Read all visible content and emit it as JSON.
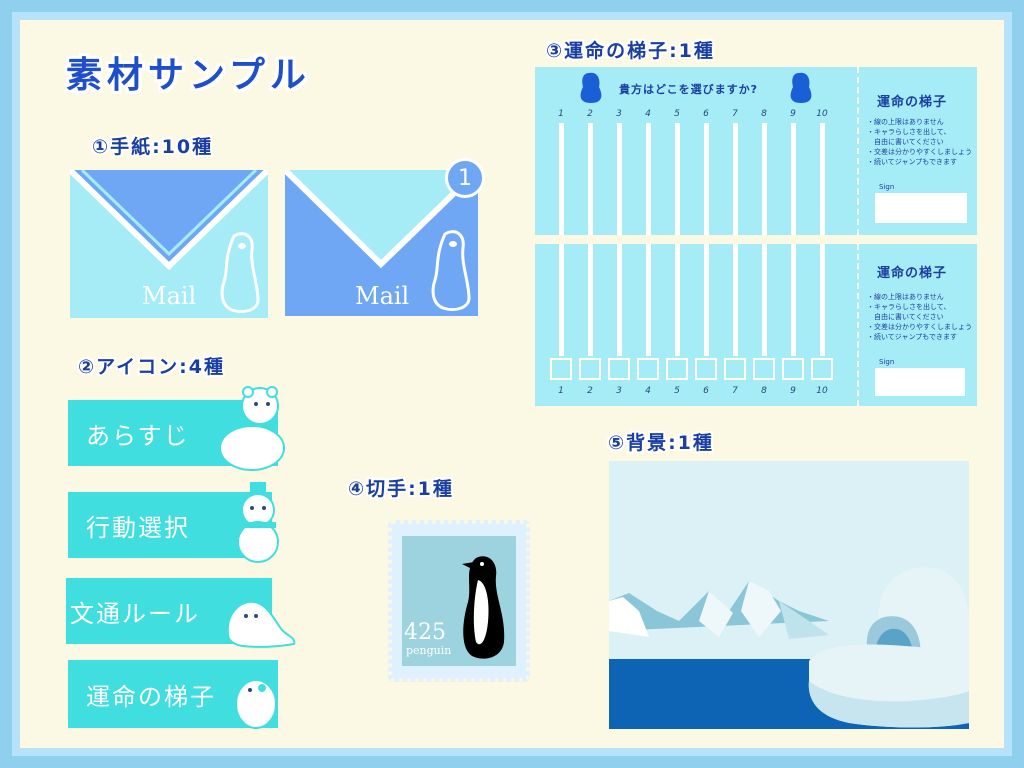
{
  "title": "素材サンプル",
  "sections": {
    "letters": "①手紙:10種",
    "icons": "②アイコン:4種",
    "ladder": "③運命の梯子:1種",
    "stamp": "④切手:1種",
    "background": "⑤背景:1種"
  },
  "letters": {
    "mail1_label": "Mail",
    "mail2_label": "Mail",
    "badge_count": "1"
  },
  "icons": {
    "items": [
      "あらすじ",
      "行動選択",
      "文通ルール",
      "運命の梯子"
    ]
  },
  "ladder": {
    "header": "貴方はどこを選びますか?",
    "numbers": [
      "1",
      "2",
      "3",
      "4",
      "5",
      "6",
      "7",
      "8",
      "9",
      "10"
    ],
    "side_title": "運命の梯子",
    "side_lines": [
      "・線の上限はありません",
      "・キャラらしさを出して、",
      "　自由に書いてください",
      "・交差は分かりやすくしましょう",
      "・続いてジャンプもできます"
    ],
    "sign_label": "Sign"
  },
  "stamp": {
    "value": "425",
    "label": "penguin"
  },
  "colors": {
    "accent": "#1a3fa0",
    "button": "#40dede",
    "ladder_bg": "#a6ecf7",
    "envelope_light": "#a5ecf7",
    "envelope_blue": "#6fa7f5",
    "sea": "#0e64b4"
  }
}
